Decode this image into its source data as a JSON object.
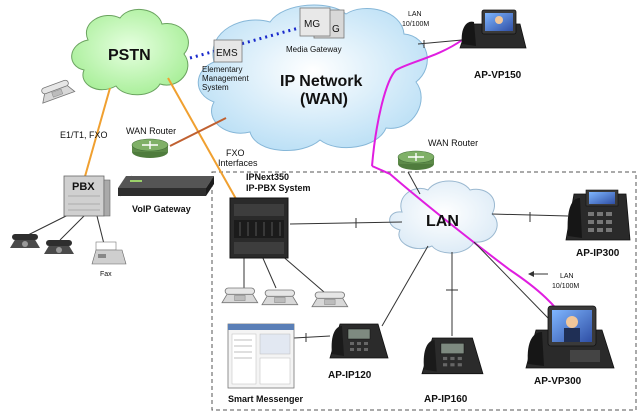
{
  "clouds": {
    "pstn": "PSTN",
    "ip_network_line1": "IP Network",
    "ip_network_line2": "(WAN)",
    "lan": "LAN"
  },
  "boxes": {
    "ems": "EMS",
    "mg": "MG",
    "g": "G",
    "pbx": "PBX"
  },
  "labels": {
    "elementary_line1": "Elementary",
    "elementary_line2": "Management",
    "elementary_line3": "System",
    "media_gateway": "Media Gateway",
    "lan_speed_top_1": "LAN",
    "lan_speed_top_2": "10/100M",
    "ap_vp150": "AP-VP150",
    "wan_router_left": "WAN Router",
    "wan_router_right": "WAN Router",
    "e1t1_fxo": "E1/T1, FXO",
    "fxo_interfaces_1": "FXO",
    "fxo_interfaces_2": "Interfaces",
    "ipnext_1": "IPNext350",
    "ipnext_2": "IP-PBX System",
    "voip_gateway": "VoIP Gateway",
    "fax": "Fax",
    "ap_ip300": "AP-IP300",
    "lan_speed_right_1": "LAN",
    "lan_speed_right_2": "10/100M",
    "ap_ip120": "AP-IP120",
    "ap_ip160": "AP-IP160",
    "ap_vp300": "AP-VP300",
    "smart_messenger": "Smart Messenger"
  },
  "colors": {
    "cloud_green": "#b6f6a8",
    "cloud_blue": "#c9e7f7",
    "cloud_lan": "#eef5fb",
    "magenta": "#e01ee0",
    "dots": "#1a2acc",
    "orange": "#f0a030",
    "brown": "#c06030",
    "router": "#6f9a56"
  },
  "icons": {
    "router": "router-icon",
    "phone": "phone-icon",
    "video_phone": "video-phone-icon",
    "server": "pbx-rack-icon",
    "fax": "fax-icon"
  }
}
